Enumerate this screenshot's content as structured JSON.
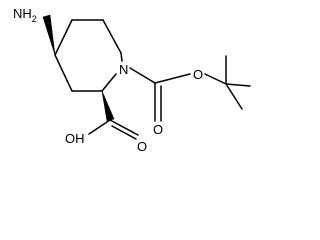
{
  "labels": {
    "amine_N": "N",
    "amine_H": "H",
    "amine_subscript": "2",
    "ring_N": "N",
    "ester_O": "O",
    "carbamate_carbonyl_O": "O",
    "acid_OH": "OH",
    "acid_carbonyl_O": "O"
  }
}
